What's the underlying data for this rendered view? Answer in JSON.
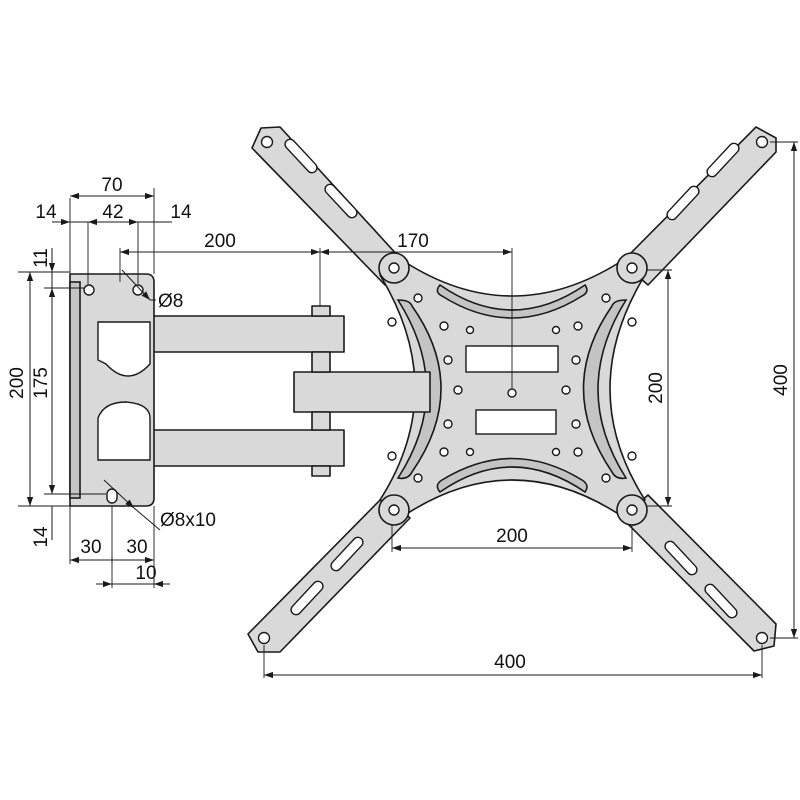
{
  "dimensions": {
    "plate_width": "70",
    "edge_left": "14",
    "hole_span": "42",
    "edge_right": "14",
    "arm_reach": "200",
    "top_offset": "11",
    "plate_height": "200",
    "hole_vertical": "175",
    "bottom_offset": "14",
    "hole_dia": "Ø8",
    "slot_size": "Ø8x10",
    "bottom_left": "30",
    "bottom_right": "30",
    "slot_offset": "10",
    "head_offset": "170",
    "vesa_inner_v": "200",
    "vesa_inner_h": "200",
    "vesa_outer_v": "400",
    "vesa_outer_h": "400"
  },
  "colors": {
    "metal": "#d9d9d9",
    "outline": "#1a1a1a"
  }
}
